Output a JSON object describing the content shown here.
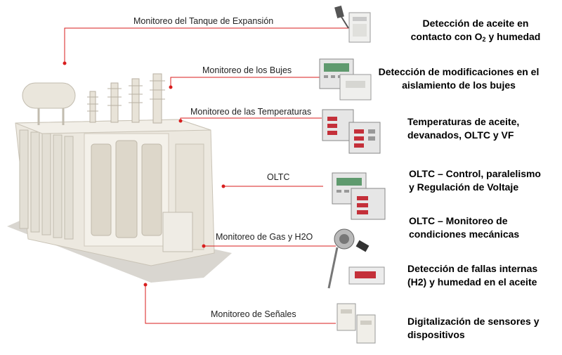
{
  "labels": {
    "expansion_tank": "Monitoreo del Tanque de Expansión",
    "bushings": "Monitoreo de los Bujes",
    "temperatures": "Monitoreo de las Temperaturas",
    "oltc": "OLTC",
    "gas_h2o": "Monitoreo de Gas y H2O",
    "signals": "Monitoreo de Señales"
  },
  "descriptions": {
    "oil_line1": "Detección de aceite en",
    "oil_line2_a": "contacto con O",
    "oil_line2_sub": "2",
    "oil_line2_b": " y humedad",
    "bushings_line1": "Detección de modificaciones en el",
    "bushings_line2": "aislamiento de los bujes",
    "temp_line1": "Temperaturas de aceite,",
    "temp_line2": "devanados, OLTC y VF",
    "oltc_control_line1": "OLTC – Control, paralelismo",
    "oltc_control_line2": "y Regulación de Voltaje",
    "oltc_mech_line1": "OLTC – Monitoreo de",
    "oltc_mech_line2": "condiciones mecánicas",
    "faults_line1": "Detección de fallas internas",
    "faults_line2": "(H2) y humedad en el aceite",
    "digital_line1": "Digitalización de sensores y",
    "digital_line2": "dispositivos"
  },
  "colors": {
    "connector": "#d81e1e",
    "transformer_body": "#ece8df",
    "transformer_shade": "#cfc9bc",
    "device_panel": "#e9e9e9",
    "display_green": "#5f9a6e",
    "display_red": "#c4303a"
  },
  "icons": {
    "transformer": "transformer-illustration",
    "devices": "monitoring-device-icon"
  }
}
